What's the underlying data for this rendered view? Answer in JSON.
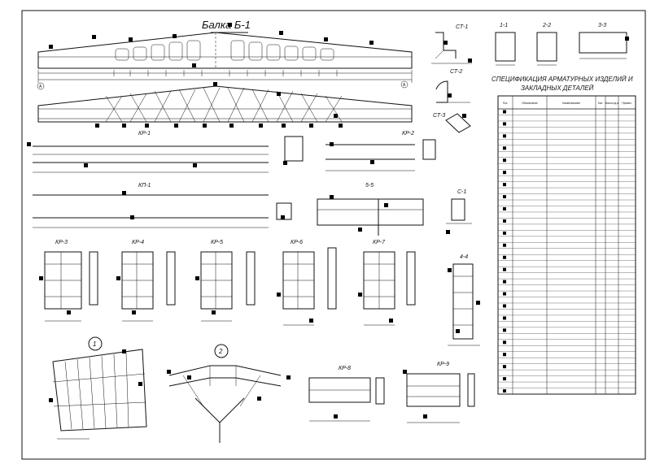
{
  "titles": {
    "beam": "Балка Б-1",
    "spec_line1": "СПЕЦИФИКАЦИЯ АРМАТУРНЫХ ИЗДЕЛИЙ И",
    "spec_line2": "ЗАКЛАДНЫХ ДЕТАЛЕЙ"
  },
  "labels": {
    "ct1": "СТ-1",
    "ct2": "СТ-2",
    "ct3": "СТ-3",
    "s11": "1-1",
    "s22": "2-2",
    "s33": "3-3",
    "kr1": "КР-1",
    "kr2": "КР-2",
    "kp1": "КП-1",
    "s55": "5-5",
    "c1": "С-1",
    "kr3": "КР-3",
    "kr4": "КР-4",
    "kr5": "КР-5",
    "kr6": "КР-6",
    "kr7": "КР-7",
    "s44": "4-4",
    "node1": "1",
    "node2": "2",
    "kr8": "КР-8",
    "kr9": "КР-9",
    "axis_a": "А"
  },
  "spec_table": {
    "headers": [
      "Поз.",
      "Обозначение",
      "Наименование",
      "Кол.",
      "Масса ед.кг",
      "Примеч."
    ],
    "rows": 47
  }
}
